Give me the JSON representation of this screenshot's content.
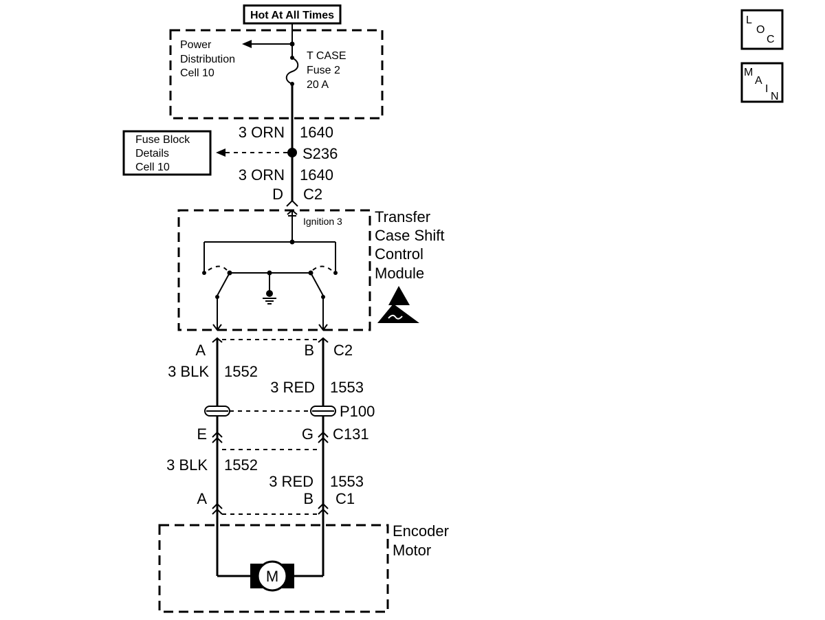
{
  "header_label": "Hot At All Times",
  "power_distribution": {
    "line1": "Power",
    "line2": "Distribution",
    "line3": "Cell 10"
  },
  "fuse": {
    "line1": "T CASE",
    "line2": "Fuse 2",
    "line3": "20 A"
  },
  "wire_top": {
    "gauge_color": "3 ORN",
    "circuit": "1640"
  },
  "splice": {
    "id": "S236"
  },
  "fuse_block": {
    "line1": "Fuse Block",
    "line2": "Details",
    "line3": "Cell 10"
  },
  "wire_second": {
    "gauge_color": "3 ORN",
    "circuit": "1640"
  },
  "conn_top": {
    "pin": "D",
    "connector": "C2"
  },
  "ignition_label": "Ignition 3",
  "module": {
    "line1": "Transfer",
    "line2": "Case Shift",
    "line3": "Control",
    "line4": "Module"
  },
  "conn_mod_bottom": {
    "pin_left": "A",
    "pin_right": "B",
    "connector": "C2"
  },
  "wire_left_upper": {
    "gauge_color": "3 BLK",
    "circuit": "1552"
  },
  "wire_right_upper": {
    "gauge_color": "3 RED",
    "circuit": "1553"
  },
  "pass_through": {
    "id": "P100"
  },
  "conn_c131": {
    "pin_left": "E",
    "pin_right": "G",
    "connector": "C131"
  },
  "wire_left_lower": {
    "gauge_color": "3 BLK",
    "circuit": "1552"
  },
  "wire_right_lower": {
    "gauge_color": "3 RED",
    "circuit": "1553"
  },
  "conn_c1": {
    "pin_left": "A",
    "pin_right": "B",
    "connector": "C1"
  },
  "motor": {
    "line1": "Encoder",
    "line2": "Motor",
    "symbol": "M"
  },
  "nav": {
    "loc": {
      "l1": "L",
      "l2": "O",
      "l3": "C"
    },
    "main": {
      "l1": "M",
      "l2": "A",
      "l3": "I",
      "l4": "N"
    }
  }
}
